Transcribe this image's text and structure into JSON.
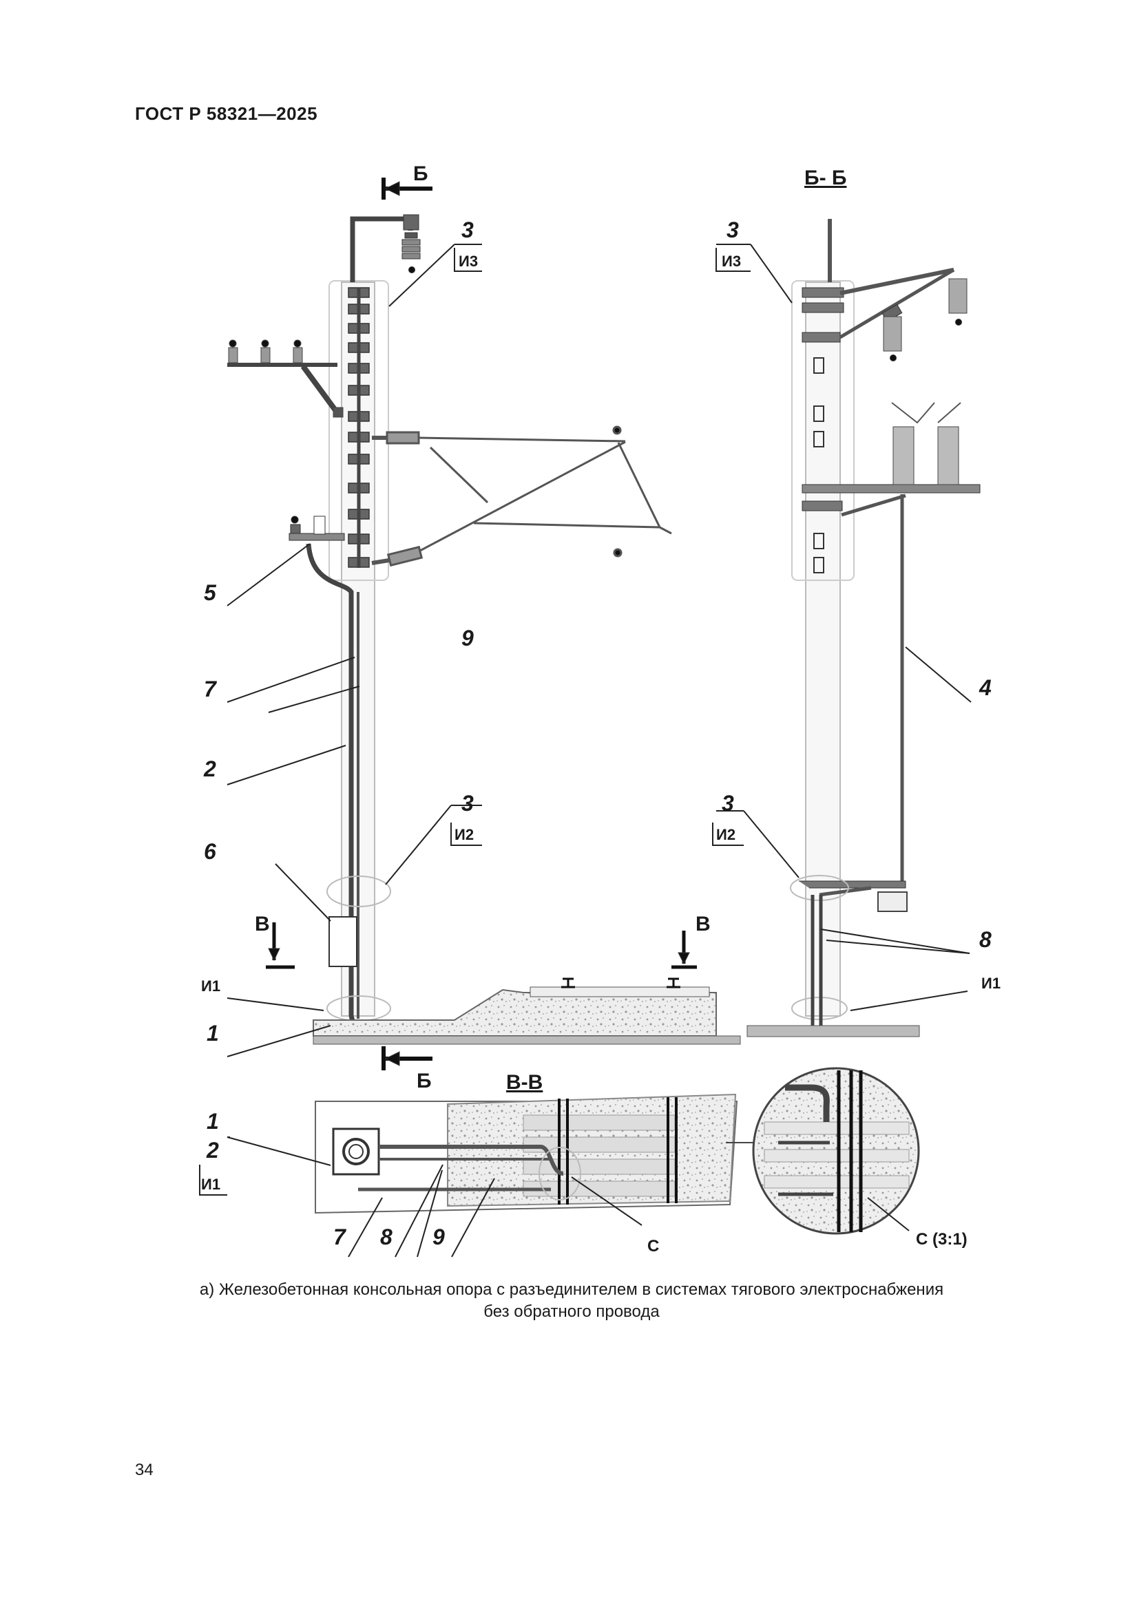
{
  "document": {
    "standard": "ГОСТ Р 58321—2025",
    "page_number": "34",
    "caption_line1": "а) Железобетонная консольная опора с разъединителем в системах тягового электроснабжения",
    "caption_line2": "без обратного провода"
  },
  "drawing": {
    "section_bb": "Б- Б",
    "section_vv": "В-В",
    "cut_b": "Б",
    "cut_v": "В",
    "callouts": {
      "n1": "1",
      "n2": "2",
      "n3": "3",
      "n4": "4",
      "n5": "5",
      "n6": "6",
      "n7": "7",
      "n8": "8",
      "n9": "9"
    },
    "tags": {
      "i1": "И1",
      "i2": "И2",
      "i3": "И3"
    },
    "detail_c": "С",
    "detail_c_scale": "С (3:1)"
  }
}
